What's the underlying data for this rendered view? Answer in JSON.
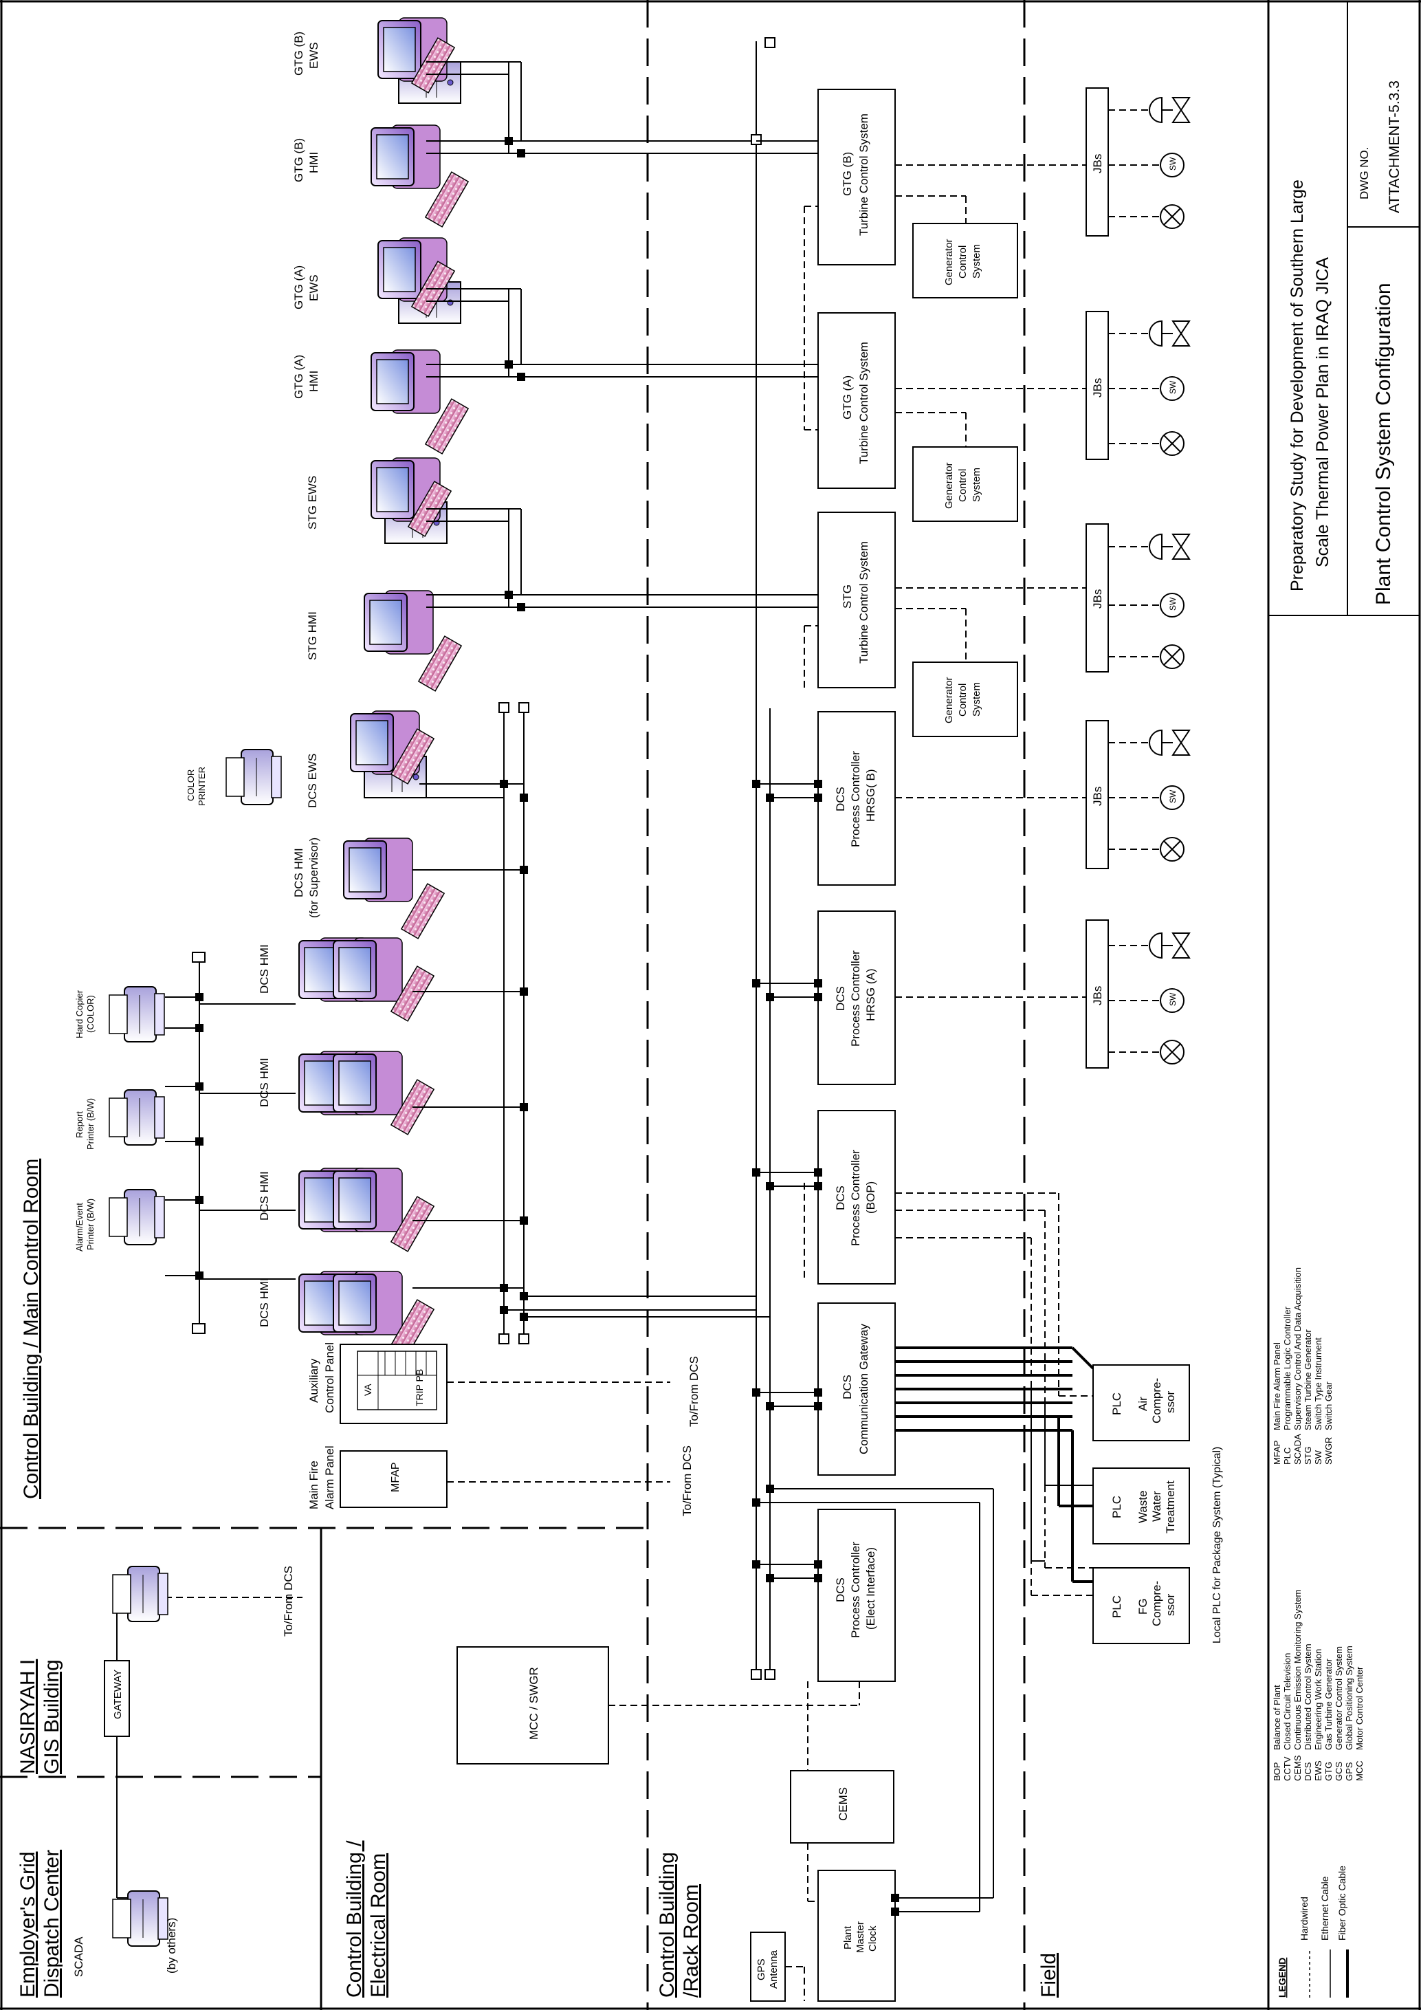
{
  "sections": {
    "main_control": "Control Building / Main Control Room",
    "rack_room_1": "Control  Building",
    "rack_room_2": "/Rack Room",
    "field": "Field",
    "electrical_1": "Control Building /",
    "electrical_2": "Electrical Room",
    "nasiryah_1": "NASIRYAH I",
    "nasiryah_2": "GIS Building",
    "employer_1": "Employer's Grid",
    "employer_2": "Dispatch Center"
  },
  "stations": {
    "gtgb_ews_1": "GTG (B)",
    "gtgb_ews_2": "EWS",
    "gtgb_hmi_1": "GTG (B)",
    "gtgb_hmi_2": "HMI",
    "gtga_ews_1": "GTG (A)",
    "gtga_ews_2": "EWS",
    "gtga_hmi_1": "GTG (A)",
    "gtga_hmi_2": "HMI",
    "stg_ews": "STG EWS",
    "stg_hmi": "STG HMI",
    "color_printer_1": "COLOR",
    "color_printer_2": "PRINTER",
    "dcs_ews": "DCS EWS",
    "dcs_hmi_sup_1": "DCS HMI",
    "dcs_hmi_sup_2": "(for Supervisor)",
    "dcs_hmi": "DCS HMI",
    "hard_copier_1": "Hard Copier",
    "hard_copier_2": "(COLOR)",
    "report_printer_1": "Report",
    "report_printer_2": "Printer (B/W)",
    "alarm_printer_1": "Alarm/Event",
    "alarm_printer_2": "Printer (B/W)",
    "aux_panel_1": "Auxiliary",
    "aux_panel_2": "Control Panel",
    "va": "VA",
    "trip_pb": "TRIP PB",
    "mfap_panel_1": "Main Fire",
    "mfap_panel_2": "Alarm Panel",
    "mfap": "MFAP",
    "to_from_dcs": "To/From DCS",
    "gateway": "GATEWAY",
    "scada": "SCADA",
    "by_others": "(by others)",
    "mcc_swgr": "MCC / SWGR"
  },
  "rack": {
    "gtgb_tcs_1": "GTG  (B)",
    "gtgb_tcs_2": "Turbine Control System",
    "gtga_tcs_1": "GTG (A)",
    "gtga_tcs_2": "Turbine Control System",
    "stg_tcs_1": "STG",
    "stg_tcs_2": "Turbine Control System",
    "gen_ctrl_1": "Generator",
    "gen_ctrl_2": "Control",
    "gen_ctrl_3": "System",
    "dcs": "DCS",
    "process_controller": "Process Controller",
    "hrsg_b": "HRSG( B)",
    "hrsg_a": "HRSG (A)",
    "bop": "(BOP)",
    "comm_gateway": "Communication Gateway",
    "elect_interface": "(Elect Interface)",
    "cems": "CEMS",
    "clock_1": "Plant",
    "clock_2": "Master",
    "clock_3": "Clock",
    "gps_1": "GPS",
    "gps_2": "Antenna"
  },
  "field": {
    "jbs": "JBs",
    "sw": "SW",
    "plc": "PLC",
    "air_1": "Air",
    "air_2": "Compre-",
    "air_3": "ssor",
    "ww_1": "Waste",
    "ww_2": "Water",
    "ww_3": "Treatment",
    "fg_1": "FG",
    "fg_2": "Compre-",
    "fg_3": "ssor",
    "local_plc_note": "Local PLC for Package System (Typical)"
  },
  "legend": {
    "title": "LEGEND",
    "items": [
      "Hardwired",
      "Ethernet Cable",
      "Fiber Optic Cable"
    ],
    "abbr_left": [
      [
        "BOP",
        "Balance of Plant"
      ],
      [
        "CCTV",
        "Closed Circuit Television"
      ],
      [
        "CEMS",
        "Continuous Emission Monitoring System"
      ],
      [
        "DCS",
        "Distributed Control System"
      ],
      [
        "EWS",
        "Engineering Work Station"
      ],
      [
        "GTG",
        "Gas Turbine Generator"
      ],
      [
        "GCS",
        "Generator Control System"
      ],
      [
        "GPS",
        "Global Positioning System"
      ],
      [
        "MCC",
        "Motor Control Center"
      ]
    ],
    "abbr_right": [
      [
        "MFAP",
        "Main Fire Alarm Panel"
      ],
      [
        "PLC",
        "Programmable Logic Controller"
      ],
      [
        "SCADA",
        "Supervisory Control And Data Acquisition"
      ],
      [
        "STG",
        "Steam Turbine Generator"
      ],
      [
        "SW",
        "Switch Type Instrument"
      ],
      [
        "SWGR",
        "Switch Gear"
      ]
    ]
  },
  "title_block": {
    "study_1": "Preparatory Study for Development of Southern Large",
    "study_2": "Scale Thermal Power Plan in IRAQ JICA",
    "drawing_title": "Plant Control System Configuration",
    "dwg_no_label": "DWG NO.",
    "dwg_no": "ATTACHMENT-5.3.3"
  }
}
